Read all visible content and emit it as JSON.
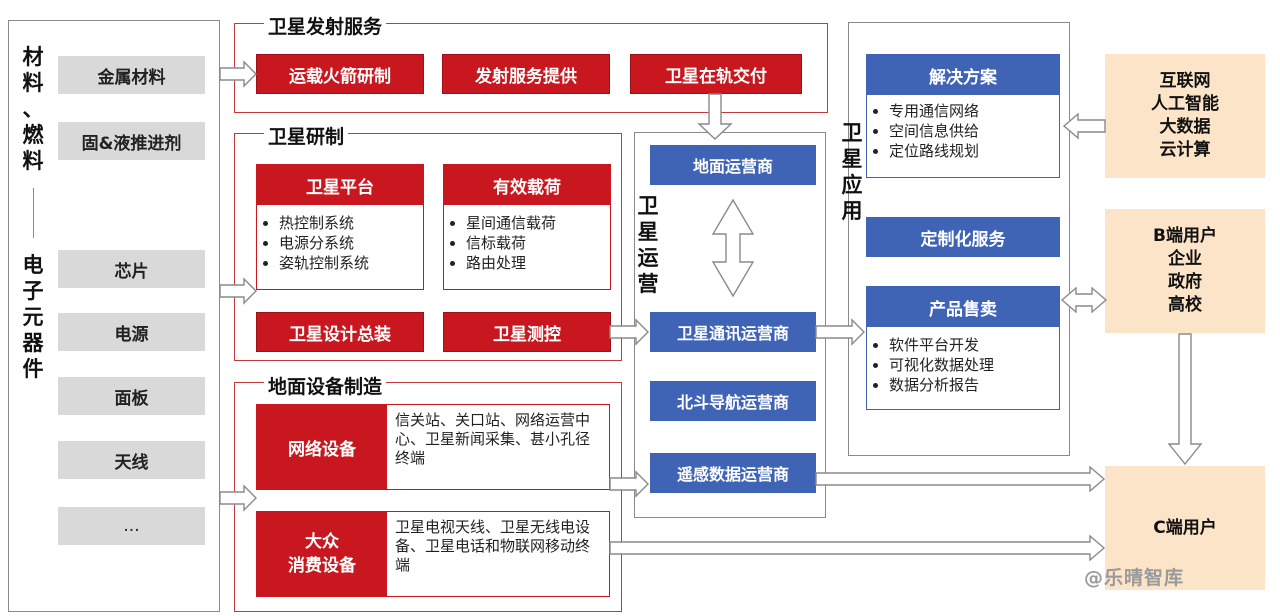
{
  "left": {
    "vertical_top": "材\n料\n、\n燃\n料",
    "vertical_bottom": "电\n子\n元\n器\n件",
    "materials": [
      "金属材料",
      "固&液推进剂"
    ],
    "electronics": [
      "芯片",
      "电源",
      "面板",
      "天线",
      "..."
    ]
  },
  "launch": {
    "title": "卫星发射服务",
    "items": [
      "运载火箭研制",
      "发射服务提供",
      "卫星在轨交付"
    ]
  },
  "satdev": {
    "title": "卫星研制",
    "platform": {
      "title": "卫星平台",
      "items": [
        "热控制系统",
        "电源分系统",
        "姿轨控制系统"
      ]
    },
    "payload": {
      "title": "有效载荷",
      "items": [
        "星间通信载荷",
        "信标载荷",
        "路由处理"
      ]
    },
    "assembly": "卫星设计总装",
    "control": "卫星测控"
  },
  "ground": {
    "title": "地面设备制造",
    "network": {
      "label": "网络设备",
      "text": "信关站、关口站、网络运营中心、卫星新闻采集、甚小孔径终端"
    },
    "consumer": {
      "label": "大众\n消费设备",
      "text": "卫星电视天线、卫星无线电设备、卫星电话和物联网移动终端"
    }
  },
  "ops": {
    "vertical": "卫\n星\n运\n营",
    "items": [
      "地面运营商",
      "卫星通讯运营商",
      "北斗导航运营商",
      "遥感数据运营商"
    ]
  },
  "apps": {
    "vertical": "卫\n星\n应\n用",
    "solutions": {
      "title": "解决方案",
      "items": [
        "专用通信网络",
        "空间信息供给",
        "定位路线规划"
      ]
    },
    "custom": "定制化服务",
    "products": {
      "title": "产品售卖",
      "items": [
        "软件平台开发",
        "可视化数据处理",
        "数据分析报告"
      ]
    }
  },
  "right": {
    "tech": "互联网\n人工智能\n大数据\n云计算",
    "b_users": "B端用户\n企业\n政府\n高校",
    "c_users": "C端用户"
  },
  "watermark": "@乐晴智库",
  "colors": {
    "red": "#c8171e",
    "blue": "#3f63b5",
    "peach": "#fce4c8",
    "grey": "#d9d9d9"
  }
}
